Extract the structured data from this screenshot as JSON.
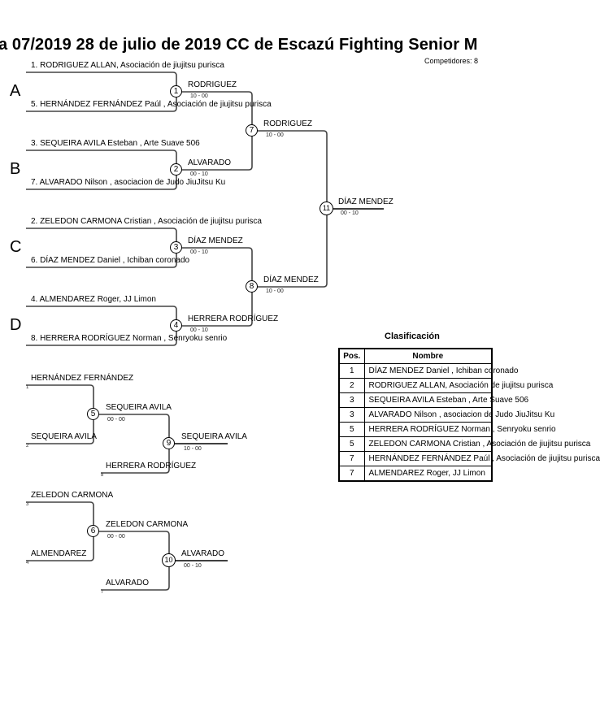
{
  "header": {
    "title": "a 07/2019  28 de julio de 2019  CC de Escazú   Fighting Senior M",
    "competitors": "Competidores: 8"
  },
  "pools": [
    "A",
    "B",
    "C",
    "D"
  ],
  "entrants": [
    "1. RODRIGUEZ ALLAN, Asociación de jiujitsu purisca",
    "5. HERNÁNDEZ FERNÁNDEZ  Paúl , Asociación de jiujitsu purisca",
    "3. SEQUEIRA AVILA Esteban , Arte Suave 506",
    "7. ALVARADO  Nilson , asociacion de Judo JiuJitsu Ku",
    "2. ZELEDON CARMONA Cristian , Asociación de jiujitsu purisca",
    "6. DÍAZ MENDEZ Daniel , Ichiban coronado",
    "4. ALMENDAREZ Roger, JJ Limon",
    "8. HERRERA RODRÍGUEZ  Norman , Senryoku senrio"
  ],
  "matches": [
    {
      "num": "1",
      "winner": "RODRIGUEZ",
      "score": "10 - 00"
    },
    {
      "num": "2",
      "winner": "ALVARADO",
      "score": "00 - 10"
    },
    {
      "num": "3",
      "winner": "DÍAZ MENDEZ",
      "score": "00 - 10"
    },
    {
      "num": "4",
      "winner": "HERRERA RODRÍGUEZ",
      "score": "00 - 10"
    },
    {
      "num": "5",
      "winner": "SEQUEIRA AVILA",
      "score": "00 - 00"
    },
    {
      "num": "6",
      "winner": "ZELEDON CARMONA",
      "score": "00 - 00"
    },
    {
      "num": "7",
      "winner": "RODRIGUEZ",
      "score": "10 - 00"
    },
    {
      "num": "8",
      "winner": "DÍAZ MENDEZ",
      "score": "10 - 00"
    },
    {
      "num": "9",
      "winner": "SEQUEIRA AVILA",
      "score": "10 - 00"
    },
    {
      "num": "10",
      "winner": "ALVARADO",
      "score": "00 - 10"
    },
    {
      "num": "11",
      "winner": "DÍAZ MENDEZ",
      "score": "00 - 10"
    }
  ],
  "repechage": {
    "r5_top": {
      "name": "HERNÁNDEZ FERNÁNDEZ",
      "seed": "1"
    },
    "r5_bottom": {
      "name": "SEQUEIRA AVILA",
      "seed": "2"
    },
    "r9_bottom": {
      "name": "HERRERA RODRÍGUEZ",
      "seed": "8"
    },
    "r6_top": {
      "name": "ZELEDON CARMONA",
      "seed": "3"
    },
    "r6_bottom": {
      "name": "ALMENDAREZ",
      "seed": "4"
    },
    "r10_bottom": {
      "name": "ALVARADO",
      "seed": "7"
    }
  },
  "classification": {
    "title": "Clasificación",
    "headers": [
      "Pos.",
      "Nombre"
    ],
    "rows": [
      {
        "pos": "1",
        "name": "DÍAZ MENDEZ Daniel , Ichiban coronado"
      },
      {
        "pos": "2",
        "name": "RODRIGUEZ ALLAN, Asociación de jiujitsu purisca"
      },
      {
        "pos": "3",
        "name": "SEQUEIRA AVILA Esteban , Arte Suave 506"
      },
      {
        "pos": "3",
        "name": "ALVARADO  Nilson , asociacion de Judo JiuJitsu Ku"
      },
      {
        "pos": "5",
        "name": "HERRERA RODRÍGUEZ  Norman , Senryoku senrio"
      },
      {
        "pos": "5",
        "name": "ZELEDON CARMONA Cristian , Asociación de jiujitsu purisca"
      },
      {
        "pos": "7",
        "name": "HERNÁNDEZ FERNÁNDEZ  Paúl , Asociación de jiujitsu purisca"
      },
      {
        "pos": "7",
        "name": "ALMENDAREZ Roger, JJ Limon"
      }
    ]
  }
}
